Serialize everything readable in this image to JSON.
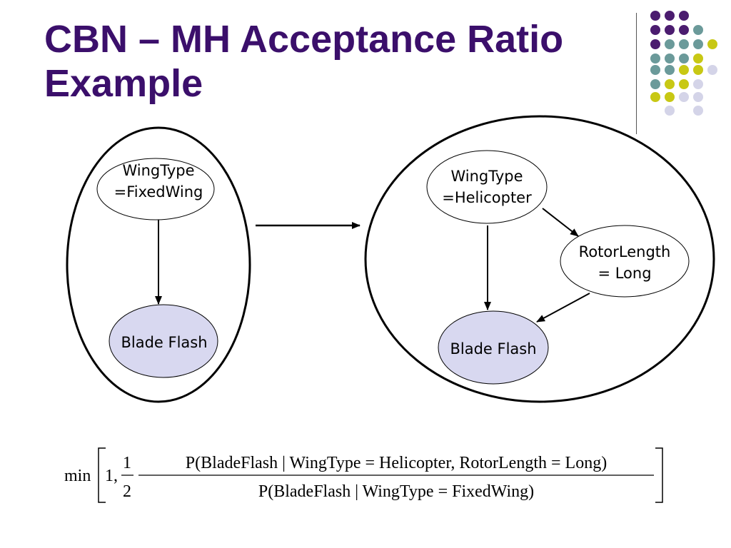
{
  "slide": {
    "title_line1": "CBN – MH Acceptance Ratio",
    "title_line2": "Example"
  },
  "colors": {
    "title": "#3b0f6b",
    "dot_purple": "#4b1c6f",
    "dot_teal": "#6b9a9a",
    "dot_yellow": "#c8c814",
    "dot_lavender": "#d4d4e8",
    "observed_node_fill": "#d8d8f0"
  },
  "left_network": {
    "wingtype_line1": "WingType",
    "wingtype_line2": "=FixedWing",
    "blade_flash": "Blade Flash"
  },
  "right_network": {
    "wingtype_line1": "WingType",
    "wingtype_line2": "=Helicopter",
    "rotor_line1": "RotorLength",
    "rotor_line2": "= Long",
    "blade_flash": "Blade Flash"
  },
  "formula": {
    "min": "min",
    "one": "1,",
    "half_num": "1",
    "half_den": "2",
    "numerator": "P(BladeFlash | WingType = Helicopter, RotorLength = Long)",
    "denominator": "P(BladeFlash | WingType = FixedWing)"
  }
}
